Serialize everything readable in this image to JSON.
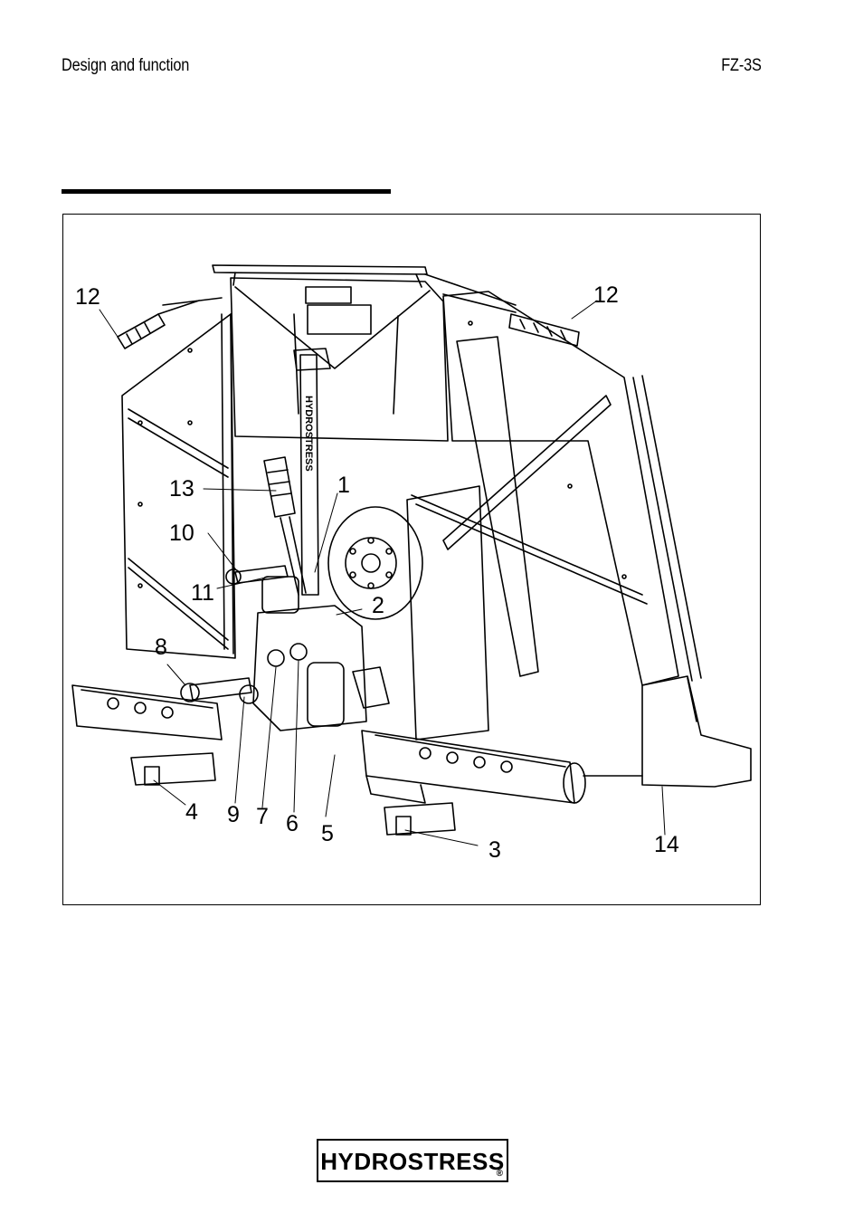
{
  "header": {
    "section_title": "Design and function",
    "model": "FZ-3S"
  },
  "figure": {
    "machine_brand_label": "HYDROSTRESS",
    "callouts": [
      {
        "id": "c12a",
        "label": "12"
      },
      {
        "id": "c12b",
        "label": "12"
      },
      {
        "id": "c13",
        "label": "13"
      },
      {
        "id": "c1",
        "label": "1"
      },
      {
        "id": "c10",
        "label": "10"
      },
      {
        "id": "c11",
        "label": "11"
      },
      {
        "id": "c2",
        "label": "2"
      },
      {
        "id": "c8",
        "label": "8"
      },
      {
        "id": "c4",
        "label": "4"
      },
      {
        "id": "c9",
        "label": "9"
      },
      {
        "id": "c7",
        "label": "7"
      },
      {
        "id": "c6",
        "label": "6"
      },
      {
        "id": "c5",
        "label": "5"
      },
      {
        "id": "c3",
        "label": "3"
      },
      {
        "id": "c14",
        "label": "14"
      }
    ]
  },
  "footer": {
    "logo_text": "HYDROSTRESS",
    "logo_mark": "®"
  }
}
